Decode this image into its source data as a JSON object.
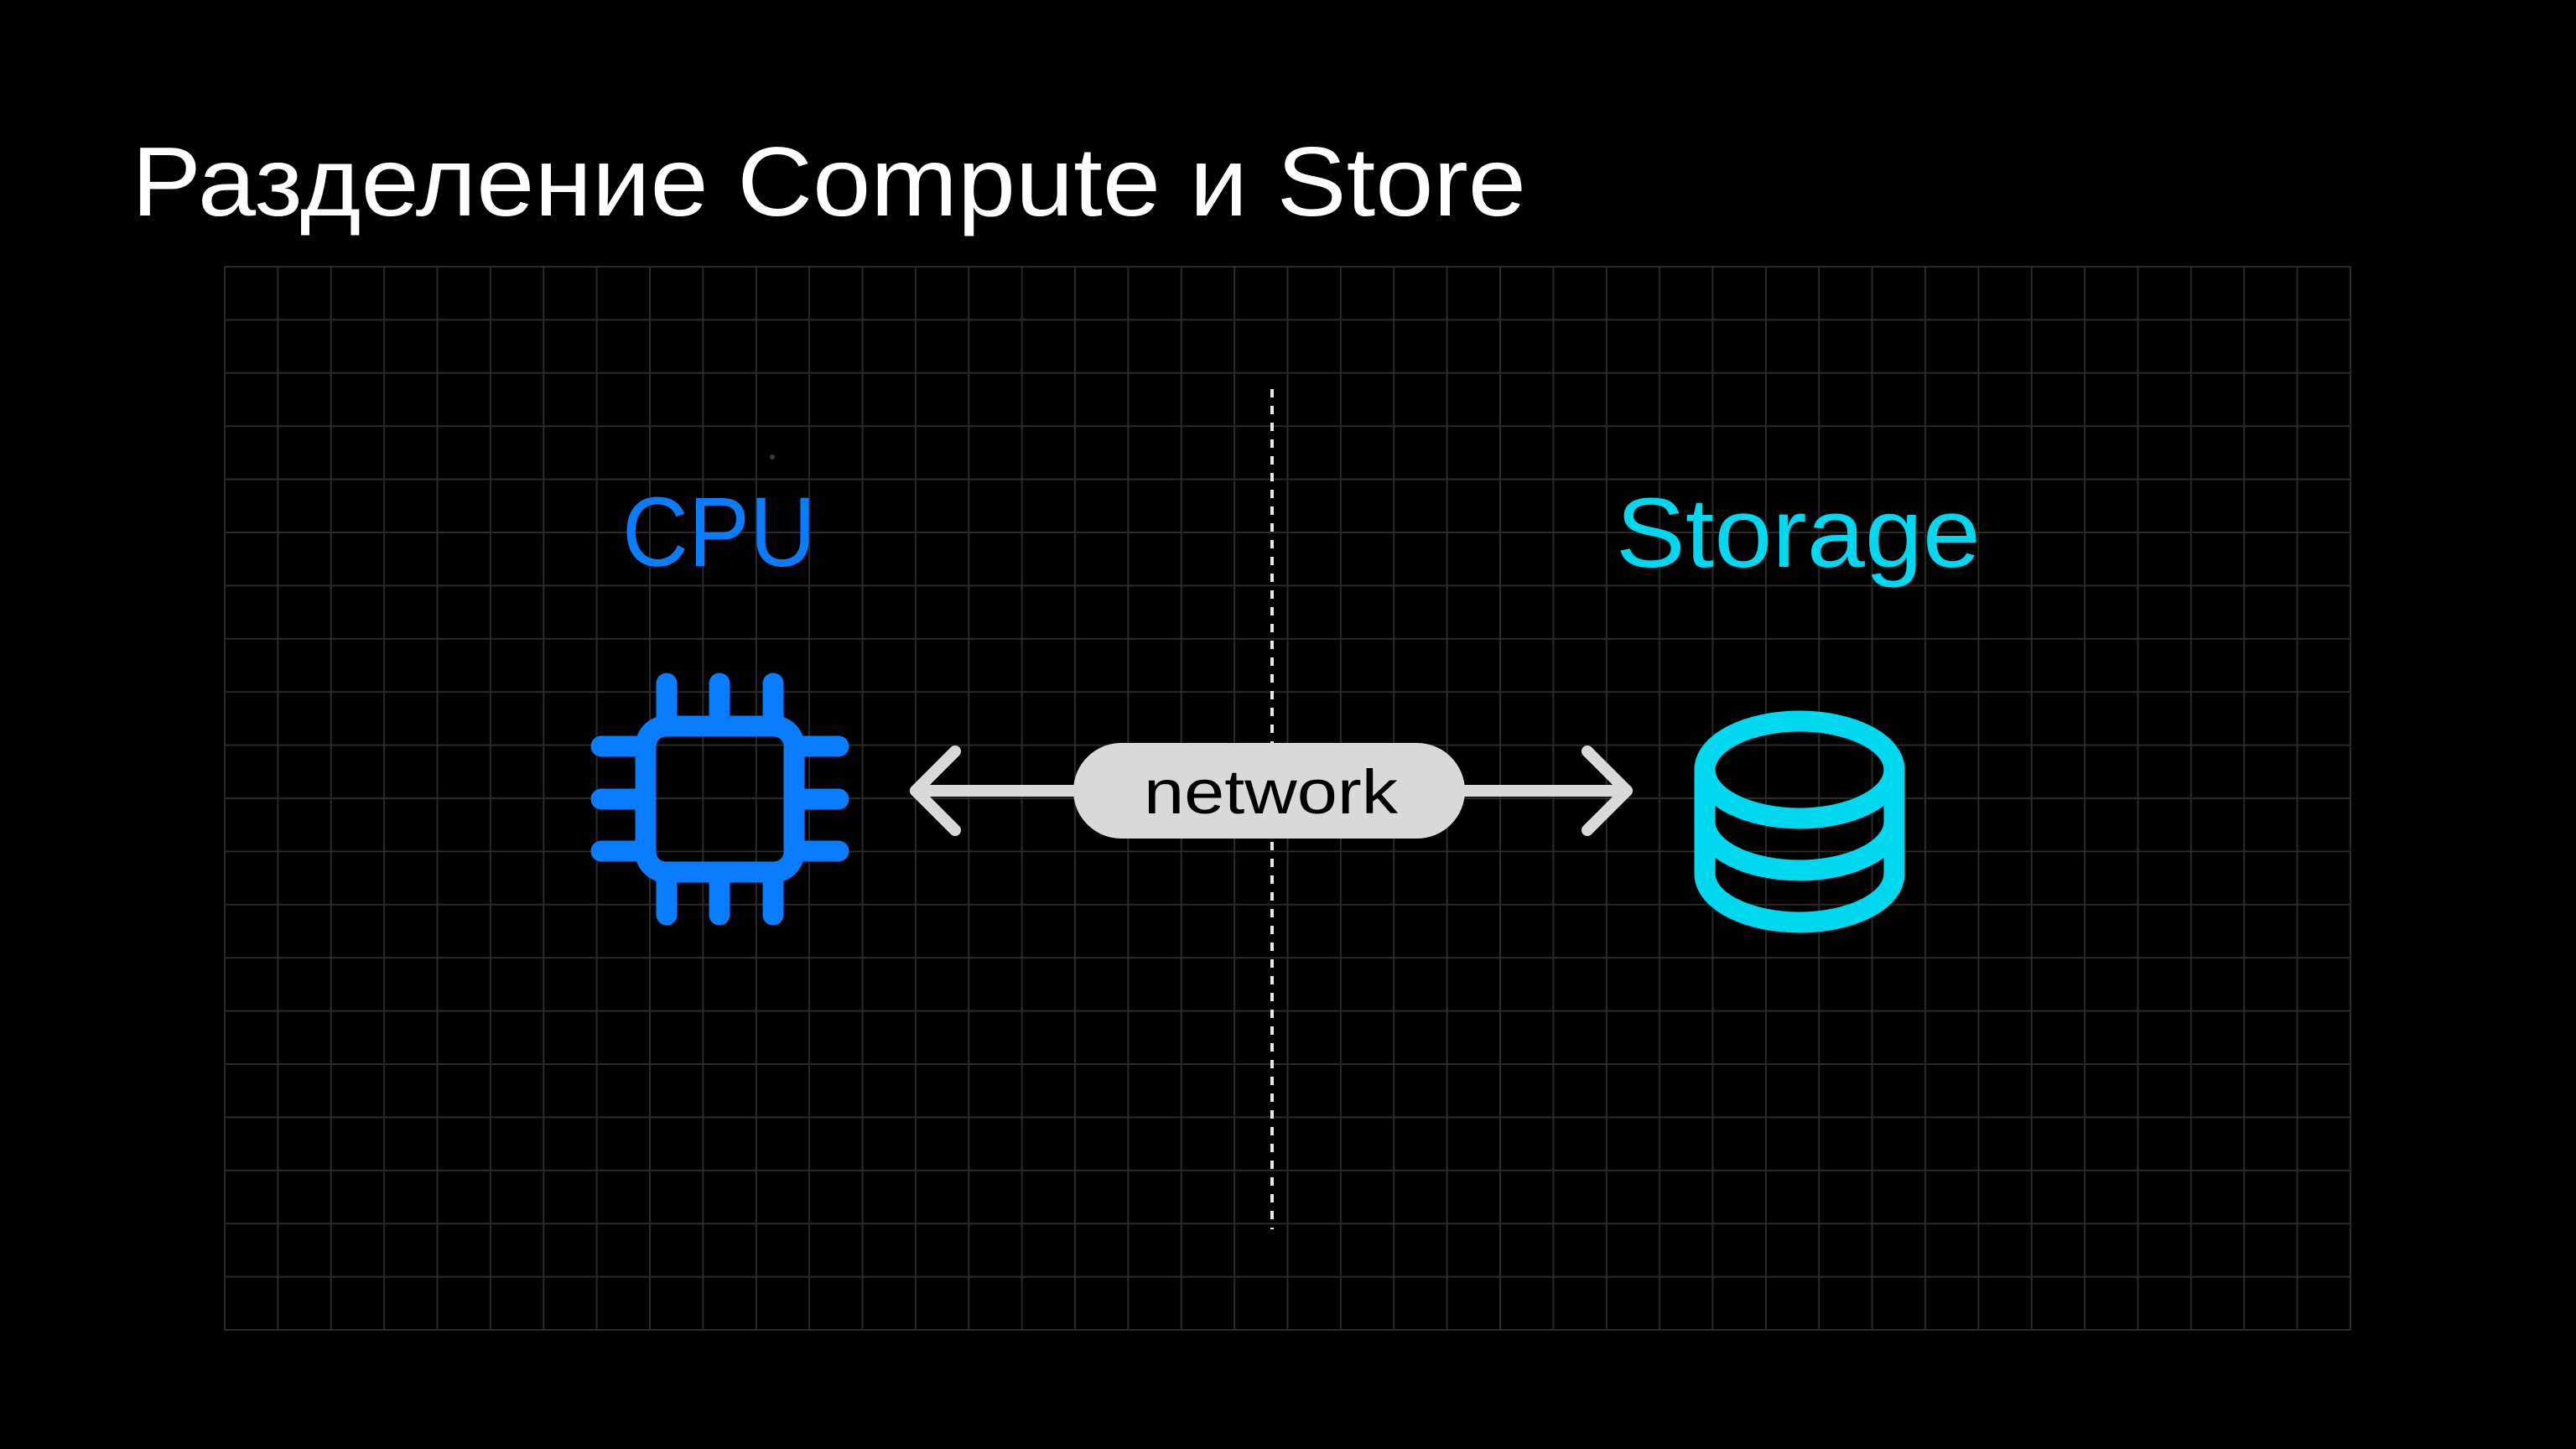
{
  "slide": {
    "title": "Разделение Compute и Store",
    "background_color": "#000000",
    "grid_color": "#2a2a2a",
    "grid": {
      "columns": 40,
      "rows": 20
    }
  },
  "compute": {
    "label": "CPU",
    "icon": "cpu-chip-icon",
    "color": "#0a7cff"
  },
  "storage": {
    "label": "Storage",
    "icon": "database-icon",
    "color": "#00d8f0"
  },
  "connection": {
    "label": "network",
    "direction": "bidirectional",
    "color": "#d9d9d9",
    "label_color": "#000000"
  },
  "divider": {
    "style": "dashed",
    "color": "#e6e6e6"
  }
}
